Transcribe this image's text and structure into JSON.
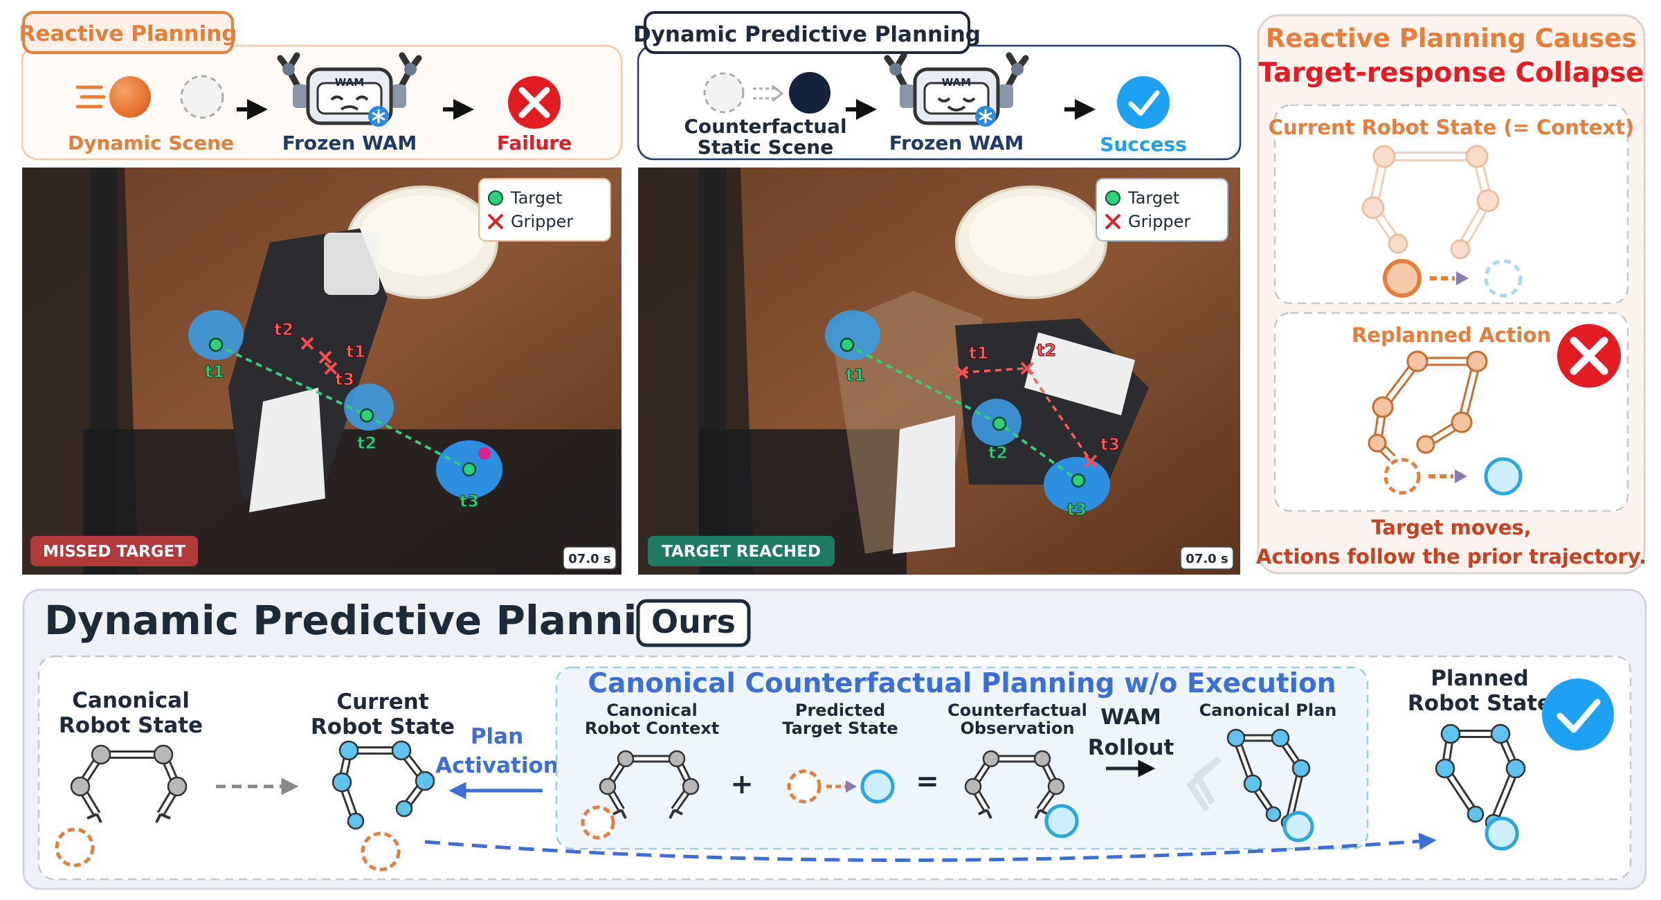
{
  "reactive": {
    "title": "Reactive Planning",
    "scene_label": "Dynamic Scene",
    "model_label": "Frozen WAM",
    "wam_badge": "WAM",
    "outcome_label": "Failure",
    "legend": {
      "target": "Target",
      "gripper": "Gripper"
    },
    "status_badge": "MISSED TARGET",
    "timestamp": "07.0 s",
    "markers": {
      "target": [
        "t1",
        "t2",
        "t3"
      ],
      "gripper": [
        "t2",
        "t1",
        "t3"
      ]
    }
  },
  "dynamic": {
    "title": "Dynamic Predictive Planning",
    "scene_label_line1": "Counterfactual",
    "scene_label_line2": "Static Scene",
    "model_label": "Frozen WAM",
    "wam_badge": "WAM",
    "outcome_label": "Success",
    "legend": {
      "target": "Target",
      "gripper": "Gripper"
    },
    "status_badge": "TARGET REACHED",
    "timestamp": "07.0 s",
    "markers": {
      "target": [
        "t1",
        "t2",
        "t3"
      ],
      "gripper": [
        "t1",
        "t2",
        "t3"
      ]
    }
  },
  "collapse": {
    "title_line1": "Reactive Planning Causes",
    "title_line2": "Target-response Collapse",
    "panel1_title": "Current Robot State (= Context)",
    "panel2_title": "Replanned Action",
    "caption_line1": "Target moves,",
    "caption_line2": "Actions follow the prior trajectory."
  },
  "ours": {
    "title": "Dynamic Predictive Planning",
    "badge": "Ours",
    "canonical_state_line1": "Canonical",
    "canonical_state_line2": "Robot State",
    "current_state_line1": "Current",
    "current_state_line2": "Robot State",
    "activation_line1": "Plan",
    "activation_line2": "Activation",
    "inner_title": "Canonical Counterfactual Planning w/o Execution",
    "context_line1": "Canonical",
    "context_line2": "Robot Context",
    "predicted_line1": "Predicted",
    "predicted_line2": "Target State",
    "observation_line1": "Counterfactual",
    "observation_line2": "Observation",
    "rollout_line1": "WAM",
    "rollout_line2": "Rollout",
    "canonical_plan": "Canonical Plan",
    "plus": "+",
    "equals": "=",
    "planned_line1": "Planned",
    "planned_line2": "Robot State"
  },
  "colors": {
    "orange": "#e67e3a",
    "navy": "#1e2a3a",
    "blue": "#3b6fd6",
    "light_blue": "#3db5e8",
    "red": "#e31b23",
    "success_blue": "#1da1f2",
    "dark_red_badge": "#b33a3a",
    "dark_green_badge": "#1f7a63"
  }
}
